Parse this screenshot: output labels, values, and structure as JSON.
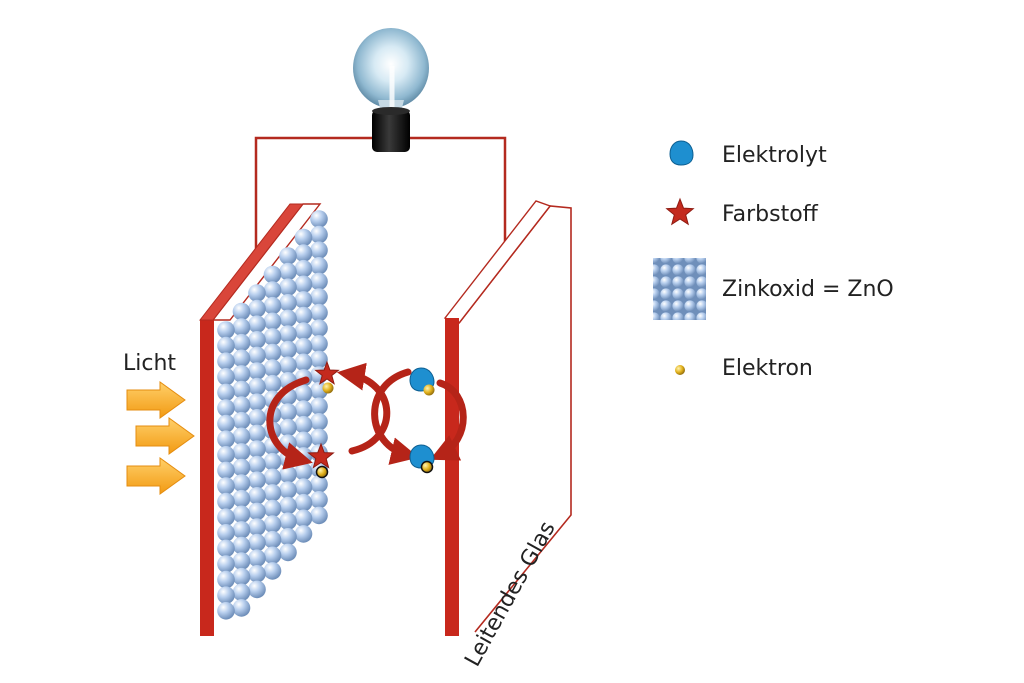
{
  "labels": {
    "light": "Licht",
    "conductive_glass": "Leitendes Glas"
  },
  "legend": [
    {
      "symbol": "electrolyte-drop-icon",
      "label": "Elektrolyt"
    },
    {
      "symbol": "dye-star-icon",
      "label": "Farbstoff"
    },
    {
      "symbol": "zinc-oxide-lattice-icon",
      "label": "Zinkoxid = ZnO"
    },
    {
      "symbol": "electron-dot-icon",
      "label": "Elektron"
    }
  ],
  "colors": {
    "electrode": "#c8281c",
    "wire": "#b42a1f",
    "arrow": "#b52418",
    "dye": "#c42a1e",
    "electrolyte": "#1e8fd0",
    "electron": "#e0b21b",
    "light_arrow": "#f5a81c",
    "zno_sphere": "#a9c4e6",
    "bulb_base": "#111111"
  },
  "icons": {
    "bulb": "light-bulb-icon",
    "light_arrows": "arrow-right-icon"
  }
}
